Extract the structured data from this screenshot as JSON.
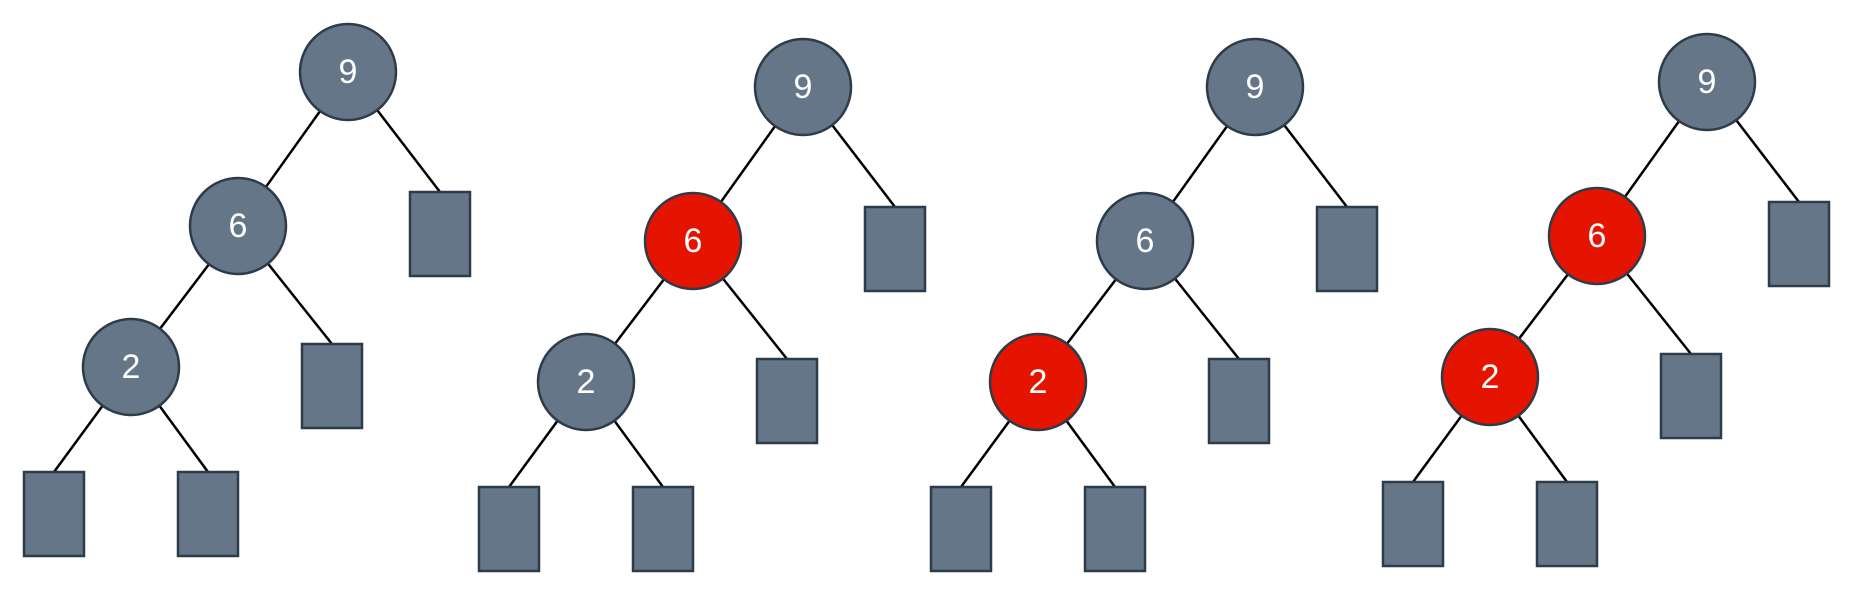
{
  "colors": {
    "black_node": "#647687",
    "red_node": "#e51400",
    "leaf": "#647687",
    "edge": "#000000"
  },
  "trees": [
    {
      "nodes": [
        {
          "id": "n9",
          "label": "9",
          "color": "black"
        },
        {
          "id": "n6",
          "label": "6",
          "color": "black"
        },
        {
          "id": "n2",
          "label": "2",
          "color": "black"
        }
      ]
    },
    {
      "nodes": [
        {
          "id": "n9",
          "label": "9",
          "color": "black"
        },
        {
          "id": "n6",
          "label": "6",
          "color": "red"
        },
        {
          "id": "n2",
          "label": "2",
          "color": "black"
        }
      ]
    },
    {
      "nodes": [
        {
          "id": "n9",
          "label": "9",
          "color": "black"
        },
        {
          "id": "n6",
          "label": "6",
          "color": "black"
        },
        {
          "id": "n2",
          "label": "2",
          "color": "red"
        }
      ]
    },
    {
      "nodes": [
        {
          "id": "n9",
          "label": "9",
          "color": "black"
        },
        {
          "id": "n6",
          "label": "6",
          "color": "red"
        },
        {
          "id": "n2",
          "label": "2",
          "color": "red"
        }
      ]
    }
  ]
}
